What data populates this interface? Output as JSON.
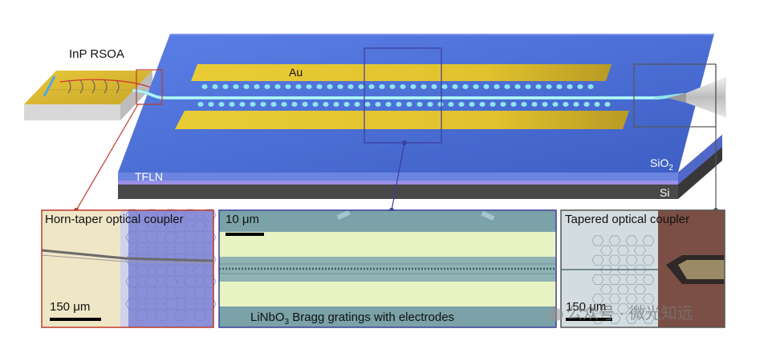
{
  "labels": {
    "rsoa": "InP RSOA",
    "au": "Au",
    "tfln": "TFLN",
    "sio2_main": "SiO",
    "sio2_sub": "2",
    "si": "Si"
  },
  "panels": {
    "horn": {
      "title": "Horn-taper optical coupler",
      "scale": "150 μm",
      "border": "#c0392b"
    },
    "bragg": {
      "title": "10 μm",
      "caption_main": "LiNbO",
      "caption_sub": "3",
      "caption_rest": " Bragg gratings with electrodes",
      "border": "#3b3f9a"
    },
    "tapered": {
      "title": "Tapered optical coupler",
      "scale": "150 μm",
      "border": "#555555"
    }
  },
  "watermark": "公众号 · 微光知远",
  "colors": {
    "chip_blue": "#4a6fd8",
    "gold": "#e2c22e",
    "waveguide": "#8fe6f0",
    "substrate": "#4a4a4a"
  }
}
